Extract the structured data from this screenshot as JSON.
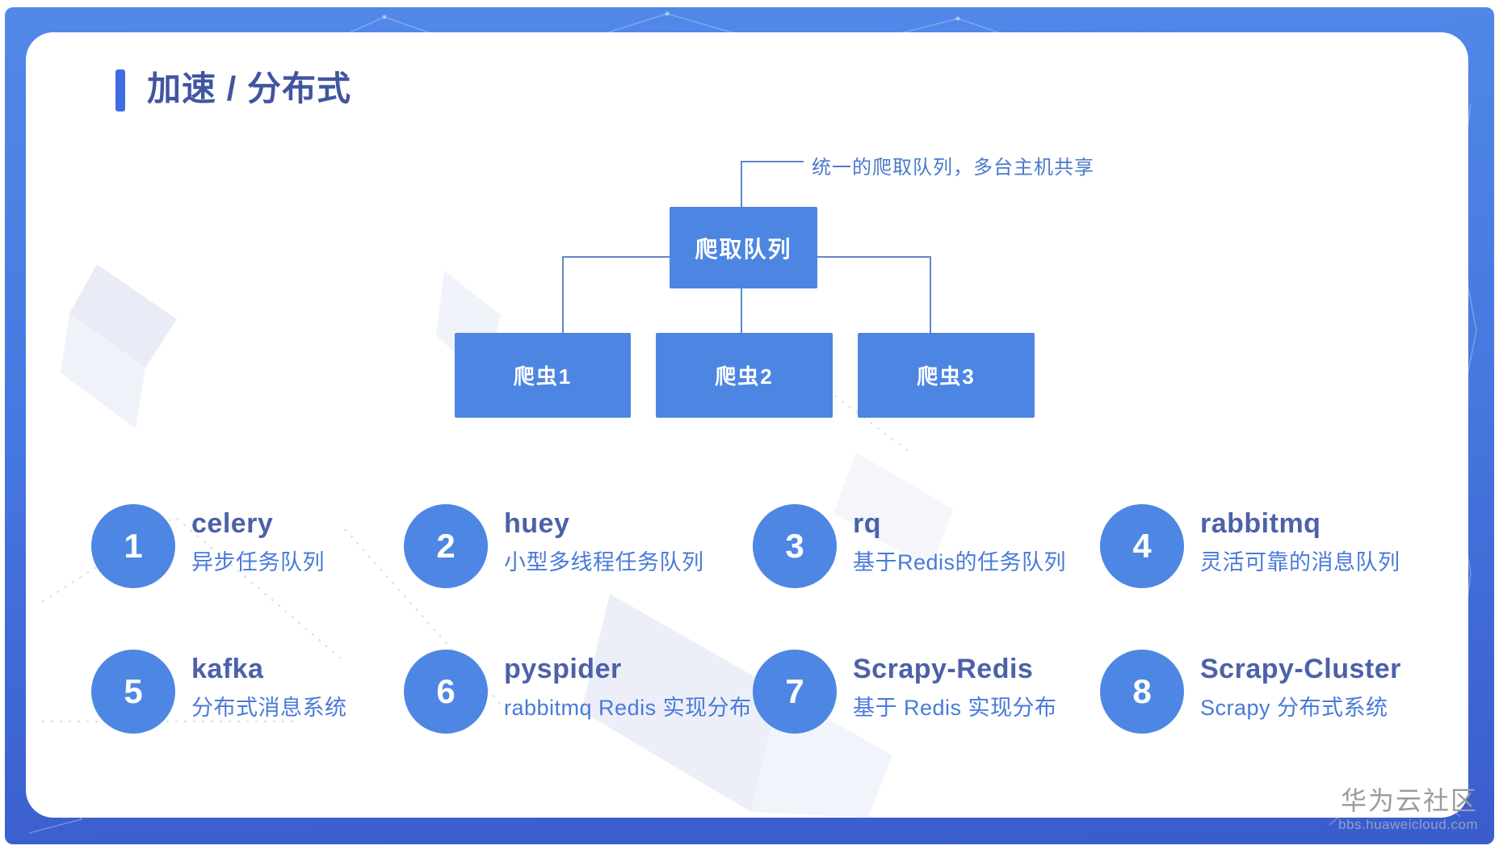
{
  "slide": {
    "title": "加速 / 分布式",
    "diagram": {
      "annotation": "统一的爬取队列，多台主机共享",
      "root_label": "爬取队列",
      "children": [
        "爬虫1",
        "爬虫2",
        "爬虫3"
      ]
    },
    "items": [
      {
        "num": "1",
        "name": "celery",
        "desc": "异步任务队列"
      },
      {
        "num": "2",
        "name": "huey",
        "desc": "小型多线程任务队列"
      },
      {
        "num": "3",
        "name": "rq",
        "desc": "基于Redis的任务队列"
      },
      {
        "num": "4",
        "name": "rabbitmq",
        "desc": "灵活可靠的消息队列"
      },
      {
        "num": "5",
        "name": "kafka",
        "desc": "分布式消息系统"
      },
      {
        "num": "6",
        "name": "pyspider",
        "desc": "rabbitmq Redis 实现分布"
      },
      {
        "num": "7",
        "name": "Scrapy-Redis",
        "desc": "基于 Redis 实现分布"
      },
      {
        "num": "8",
        "name": "Scrapy-Cluster",
        "desc": "Scrapy 分布式系统"
      }
    ],
    "watermark": {
      "name": "华为云社区",
      "url": "bbs.huaweicloud.com"
    },
    "colors": {
      "frame_top": "#5289e9",
      "frame_bottom": "#3a5ccd",
      "accent_bar": "#3e6ce2",
      "box_fill": "#4c86e2",
      "connector": "#6089c7",
      "item_title": "#4c61a8",
      "item_desc": "#497ad9",
      "circle_fill": "#4e87e3"
    }
  }
}
